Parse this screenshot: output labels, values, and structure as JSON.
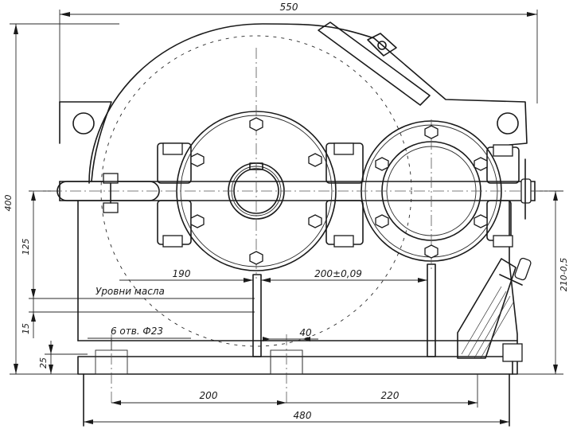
{
  "dimensions": {
    "overall_width": "550",
    "height_total": "400",
    "axis_height": "125",
    "oil_level_gap": "15",
    "base_thickness": "25",
    "right_height": "210-0,5",
    "left_span": "190",
    "center_distance": "200±0,09",
    "holes": "6 отв. Ф23",
    "bolt_gap": "40",
    "base_left": "200",
    "base_right": "220",
    "base_total": "480"
  },
  "labels": {
    "oil_levels": "Уровни масла"
  }
}
